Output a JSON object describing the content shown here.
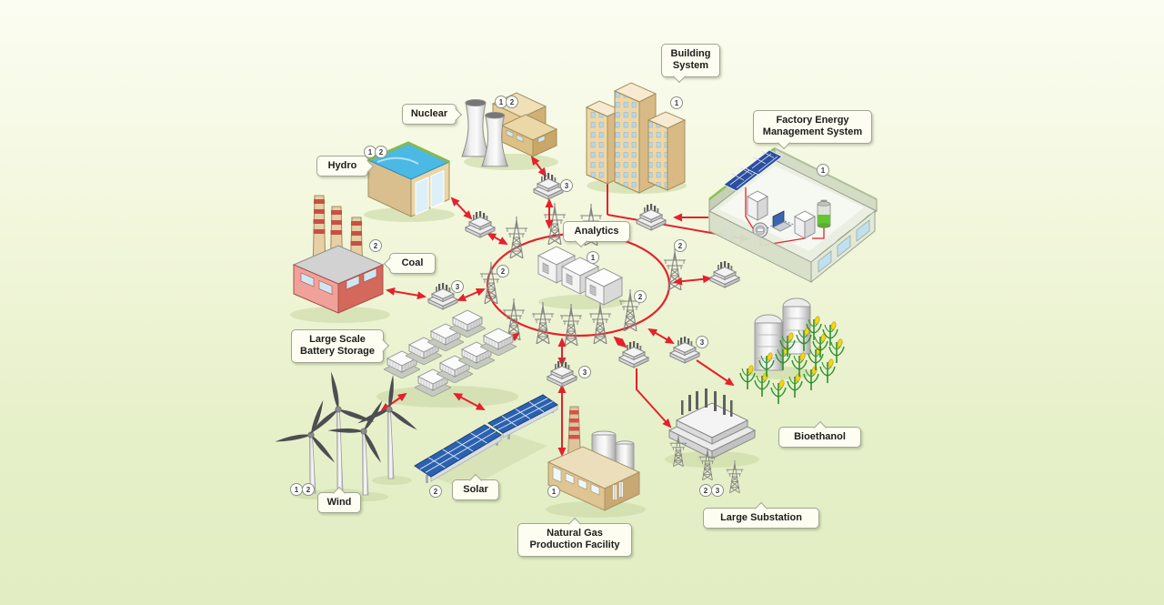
{
  "title": "Smart energy system diagram",
  "colors": {
    "accent_red": "#e5212b",
    "background_top": "#fbfdf2",
    "background_bottom": "#e2edc3",
    "callout_bg": "#fdfdf2",
    "callout_border": "#a0a692",
    "text": "#1d1d1b"
  },
  "callouts": {
    "nuclear": "Nuclear",
    "hydro": "Hydro",
    "coal": "Coal",
    "building_system": "Building System",
    "fems": "Factory Energy Management System",
    "analytics": "Analytics",
    "battery": "Large Scale Battery Storage",
    "wind": "Wind",
    "solar": "Solar",
    "natural_gas": "Natural Gas Production Facility",
    "substation": "Large Substation",
    "bioethanol": "Bioethanol"
  },
  "badges": [
    {
      "node": "nuclear",
      "n": "1"
    },
    {
      "node": "nuclear",
      "n": "2"
    },
    {
      "node": "hydro",
      "n": "1"
    },
    {
      "node": "hydro",
      "n": "2"
    },
    {
      "node": "coal",
      "n": "2"
    },
    {
      "node": "nuclear-transformer",
      "n": "3"
    },
    {
      "node": "coal-transformer",
      "n": "3"
    },
    {
      "node": "building-system",
      "n": "1"
    },
    {
      "node": "fems",
      "n": "1"
    },
    {
      "node": "analytics",
      "n": "1"
    },
    {
      "node": "grid-tower-left",
      "n": "2"
    },
    {
      "node": "grid-tower-right",
      "n": "2"
    },
    {
      "node": "grid-tower-bottom-right",
      "n": "2"
    },
    {
      "node": "gas-transformer",
      "n": "3"
    },
    {
      "node": "substation-transformer",
      "n": "3"
    },
    {
      "node": "wind",
      "n": "1"
    },
    {
      "node": "wind",
      "n": "2"
    },
    {
      "node": "solar",
      "n": "2"
    },
    {
      "node": "natural-gas",
      "n": "1"
    },
    {
      "node": "substation",
      "n": "2"
    },
    {
      "node": "substation",
      "n": "3"
    }
  ]
}
